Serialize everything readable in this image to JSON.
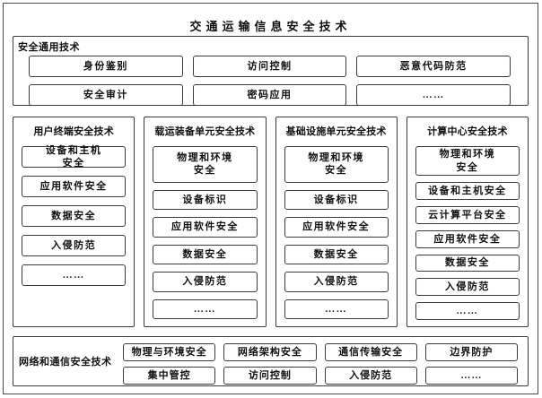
{
  "title": "交通运输信息安全技术",
  "general": {
    "label": "安全通用技术",
    "rows": [
      [
        "身份鉴别",
        "访问控制",
        "恶意代码防范"
      ],
      [
        "安全审计",
        "密码应用",
        "……"
      ]
    ]
  },
  "columns": [
    {
      "title": "用户终端安全技术",
      "items": [
        "设备和主机\n安全",
        "应用软件安全",
        "数据安全",
        "入侵防范",
        "……"
      ]
    },
    {
      "title": "载运装备单元安全技术",
      "items": [
        "物理和环境\n安全",
        "设备标识",
        "应用软件安全",
        "数据安全",
        "入侵防范",
        "……"
      ]
    },
    {
      "title": "基础设施单元安全技术",
      "items": [
        "物理和环境\n安全",
        "设备标识",
        "应用软件安全",
        "数据安全",
        "入侵防范",
        "……"
      ]
    },
    {
      "title": "计算中心安全技术",
      "items": [
        "物理和环境\n安全",
        "设备和主机安全",
        "云计算平台安全",
        "应用软件安全",
        "数据安全",
        "入侵防范",
        "……"
      ]
    }
  ],
  "network": {
    "label": "网络和通信安全技术",
    "rows": [
      [
        "物理与环境安全",
        "网络架构安全",
        "通信传输安全",
        "边界防护"
      ],
      [
        "集中管控",
        "访问控制",
        "入侵防范",
        "……"
      ]
    ]
  }
}
